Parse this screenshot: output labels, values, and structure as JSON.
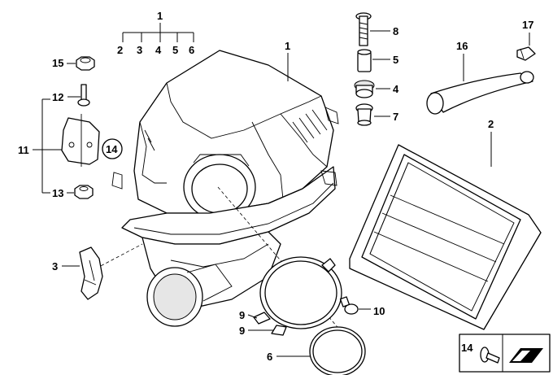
{
  "callouts": {
    "c1_top": "1",
    "c2_top": "2",
    "c3_top": "3",
    "c4_top": "4",
    "c5_top": "5",
    "c6_top": "6",
    "c1_housing": "1",
    "c8": "8",
    "c5": "5",
    "c4": "4",
    "c7": "7",
    "c16": "16",
    "c17": "17",
    "c15": "15",
    "c12": "12",
    "c11": "11",
    "c14_circle": "14",
    "c13": "13",
    "c2_filter": "2",
    "c3_clip": "3",
    "c9_a": "9",
    "c9_b": "9",
    "c10": "10",
    "c6_seal": "6",
    "c14_box": "14"
  }
}
